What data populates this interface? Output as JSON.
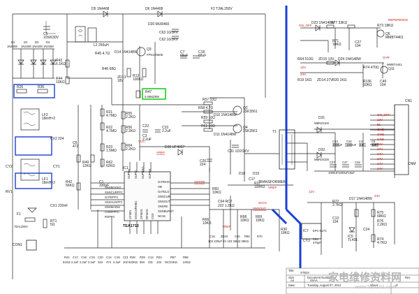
{
  "labels": {
    "d5": "D5   1N4408",
    "d6": "D6   1N4408",
    "f2": "F2   T2AL250V",
    "c5": "C5\n10S/630V",
    "d1_d4": [
      "D1",
      "D2",
      "D3",
      "D4"
    ],
    "diode_vals": [
      "1N4408",
      "1N4408",
      "1N4408",
      "1N4408"
    ],
    "d20": "D20 MUR460",
    "c63": "C63 10/1KV",
    "c62": "C62 10/1KV",
    "l2": "L2  250uH",
    "q3": "Q3",
    "q3_part": "FPN12N60E",
    "d14": "D14 1N4148W",
    "r45": "R45 4.7Ω",
    "r46": "R46 68Ω",
    "zd13": "ZD13\n18V",
    "r13": "R13\n100KΩ",
    "c7": "C7\n68uF",
    "c18": "C18\n68uF",
    "r43": "R43\n6.1KΩ",
    "r44": "R44\n10KΩ",
    "r47": "R47",
    "r47_val": "0.068Ω/5W",
    "r26": "R26",
    "r36": "R36",
    "rt1_top": "RT1",
    "lf2": "LF2\n18mH×2",
    "cx2": "CX2 224",
    "cy2": "CY2",
    "cy1": "CY1",
    "rv1": "RV1",
    "lf1": "LF1\n18mH×2",
    "cx1": "CX1 220nF",
    "f1": "F1",
    "f1_val": "T6AL250V",
    "rt1": "RT1\n5Ω",
    "con1": "CON1",
    "r21": "R21\n4.7MΩ",
    "r22": "R22\n4.7MΩ",
    "r23": "R23\n1.5MΩ",
    "r55": "R55\n2.2KΩ",
    "r56": "R56\n2.2KΩ",
    "r64": "R64\n2.2KΩ",
    "r62": "R62\n62KΩ",
    "r49": "R49\n12KΩ",
    "c6": "C6\n472",
    "r42": "R42\n56KΩ",
    "c1": "C1\n330pF",
    "c22": "C22",
    "c23": "C23\n2.2uF",
    "c3": "C3\n2.2uF",
    "ic1": "IC1",
    "ic1_name": "TEA1713",
    "ic1_pins_left": [
      "SNSBOOST",
      "SNSCURPFC",
      "GATEPFC",
      "SNSAUXPFC",
      "SNSMAINS",
      "COMPPFC",
      "ROPFC"
    ],
    "ic1_pins_right": [
      "GATEHS",
      "HB",
      "GATELS",
      "SNSCUR",
      "SNSOUT",
      "SNSFB",
      "SNSBURST",
      "NC16"
    ],
    "ic1_pins_top": [
      "SUPHV",
      "SUPIC",
      "SUPREG",
      "SUPHS"
    ],
    "ic1_pins_bot": [
      "CFMIN",
      "SNSCURHBC",
      "CFMAX",
      "RFMAX",
      "CSS"
    ],
    "d30": "D30 UF4007",
    "vref": "VREF",
    "c26": "C26\n224",
    "r57": "R57 10Ω",
    "r58": "R58 4.7Ω",
    "r59": "R59 10Ω",
    "r61": "R61 10Ω",
    "d10": "D10 1N4148W",
    "d11": "D11 1N4148W",
    "q2": "Q2\n2SK3561",
    "q4": "Q4\n2SK3561",
    "c31": "C31 1D2/1KV",
    "t1": "T1",
    "transformer": "TRANSFORMER",
    "d31": "D31",
    "d31_part": "MBR20100",
    "d32": "D32",
    "d32_part": "MBR20100",
    "c33": "C33\n1000uF",
    "c32": "C32\n1000uF",
    "c4": "C4\n1uF",
    "c8": "C8\n1uF",
    "c37": "C37",
    "c47": "C47",
    "c48": "C48",
    "caps_bottom": "1000uF1000uF10uF",
    "d10b": "D10",
    "d19": "D19",
    "c17": "C17",
    "r37": "R37\n100KΩ",
    "r60": "R60\n10KΩ",
    "c64": "C64 RC7",
    "c64_val": "222  1.2KΩ",
    "r66": "R66\n10KΩ",
    "r68": "R68\n10KΩ",
    "r69": "R69\n10KΩ",
    "c16": "C16",
    "zd10": "ZD10",
    "c40": "C40",
    "r65": "R65",
    "r70": "R70",
    "bottom_mid_vals": "104 100uF 5V 103   33KΩ  39KΩ",
    "con_title": "CN1",
    "con_pins": [
      "ON_OFF",
      "12V",
      "BL",
      "GND",
      "GND",
      "GND",
      "24V",
      "24V",
      "24V",
      "24V",
      "24V",
      "24V"
    ],
    "cnm": "CNM",
    "on_off": "ON_OFF",
    "d23": "D23 1N4148W",
    "r77": "R77 33KΩ",
    "r73": "R73 18KΩ",
    "q5": "Q5\nMMBT4401",
    "r71": "R71\n18KΩ",
    "c27": "C27\n104",
    "reference_top": "REFERENCE",
    "r64b": "R64 510Ω",
    "zd15": "ZD15 13V",
    "d24": "D24 1N4148W",
    "r19": "R19 1KΩ",
    "zd14": "ZD14 27V",
    "r20": "R20 1KΩ",
    "r74": "R74 470Ω",
    "q11": "Q11",
    "q11_part": "MMBT4401",
    "r136": "R136\n10KΩ",
    "c49": "C49\n104",
    "ovp": "OVP",
    "vl_12v": "12V",
    "vl_24v": "24V",
    "vl_5vcc": "5VCC",
    "r72": "R72\n2.7KΩ",
    "d17": "D17 1N4148W",
    "vref2": "VREF",
    "snsout": "SNSOUT",
    "ic7": "IC7",
    "ic_part": "EPC-817C",
    "c13": "C13\n104",
    "r75": "R75\n68KΩ",
    "r76": "R76\n2.2KΩ",
    "r74b": "R74\n4.7KΩ",
    "ic5": "IC5\nTL431",
    "c54": "C54\n470pF",
    "cy3": "CY3",
    "c24": "C24",
    "bottom_left_refs": [
      "R41",
      "C17",
      "C18",
      "C19",
      "C20",
      "C14",
      "C15",
      "C21",
      "R28",
      "R29",
      "C12",
      "R34",
      "R87",
      "R86"
    ],
    "bottom_left_vals": [
      "51KΩ",
      "2.2uF",
      "2.2uF",
      "2.2uF",
      "334",
      "474",
      "2.2uF",
      "102",
      "620KΩ",
      "684",
      "331",
      "103",
      "NC/24KΩ",
      "24KΩ"
    ],
    "r30": "R30\n10KΩ",
    "title_block": {
      "title_label": "Title",
      "title_val": "XTB34",
      "size_label": "Size",
      "size_val": "A4",
      "docnum_label": "Document Number",
      "docnum_val": "4SAA",
      "date_label": "Date:",
      "date_val": "Tuesday, August 07, 2014",
      "sheet_label": "Sheet",
      "rev_label": "Rev",
      "of_label": "of"
    },
    "wm_cn": "家电维修资料网",
    "wm_url": "www.520101.com",
    "nets_red": [
      "VREF",
      "5VCC",
      "VCC",
      "SNSFB"
    ]
  },
  "colors": {
    "bus": "#1a3fd6",
    "highlight_green": "#1fcc1f",
    "highlight_blue": "#1a3fd6",
    "net_red": "#d01414"
  }
}
